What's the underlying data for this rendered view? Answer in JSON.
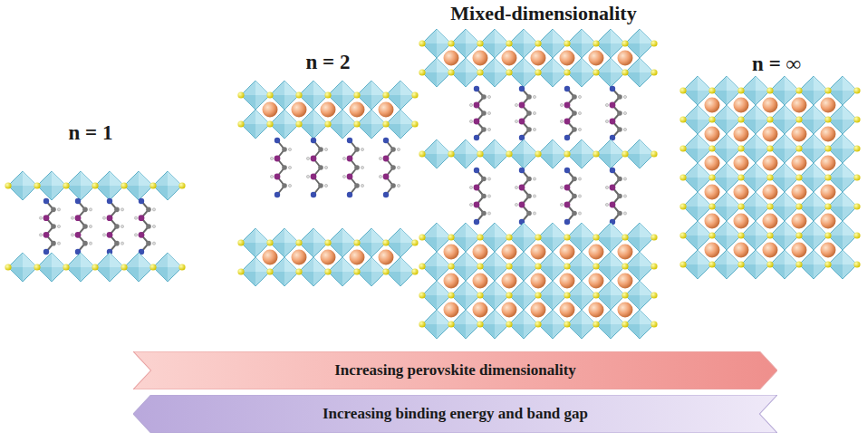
{
  "diagram": {
    "nodes": [
      {
        "text": [
          "Increasing perovskite dimensionality"
        ]
      },
      {
        "text": [
          "Increasing binding energy and band gap"
        ]
      }
    ],
    "labels": [
      "n = 1",
      "n = 2",
      "Mixed-dimensionality",
      "n = ∞"
    ]
  }
}
